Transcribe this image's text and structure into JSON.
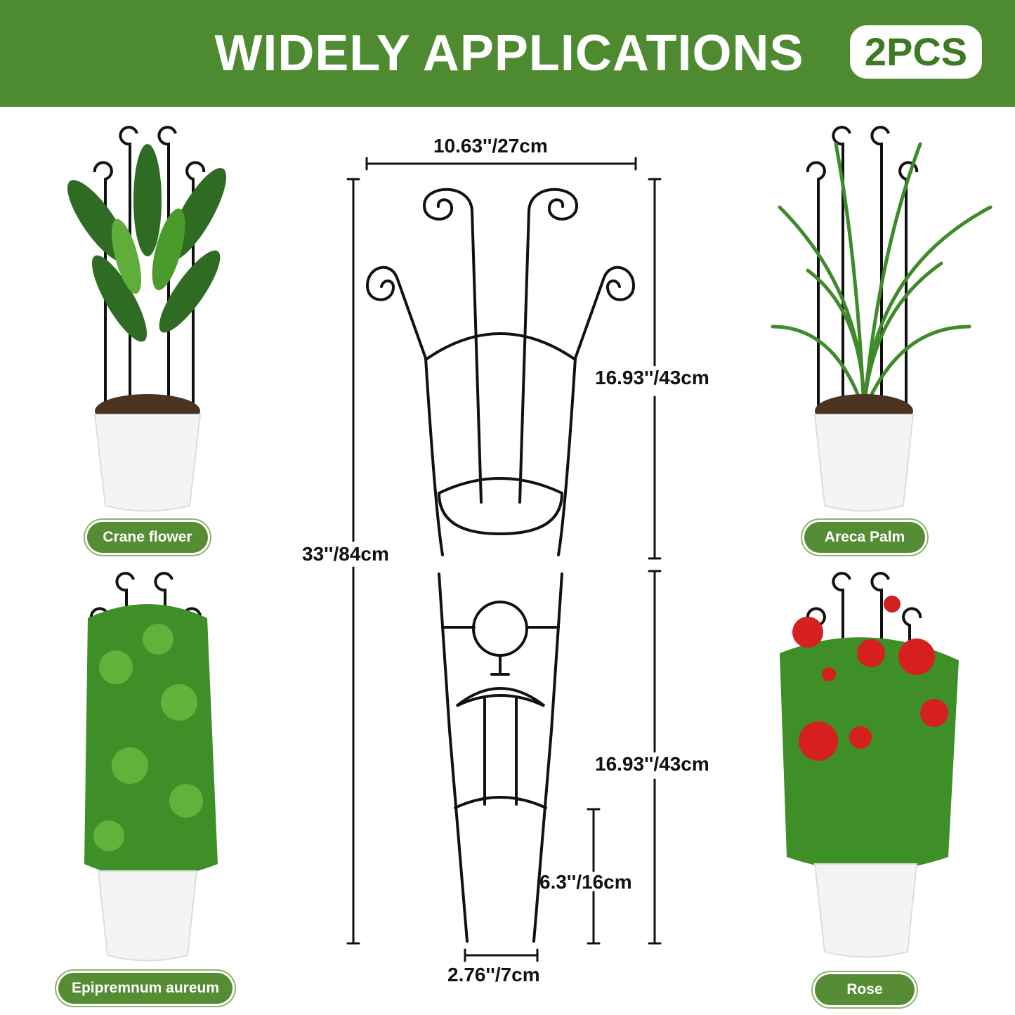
{
  "header": {
    "title": "WIDELY APPLICATIONS",
    "badge": "2PCS",
    "background_color": "#4e8a30"
  },
  "plants": [
    {
      "label": "Crane flower",
      "icon": "crane-flower-image"
    },
    {
      "label": "Areca Palm",
      "icon": "areca-palm-image"
    },
    {
      "label": "Epipremnum aureum",
      "icon": "epipremnum-aureum-image"
    },
    {
      "label": "Rose",
      "icon": "rose-image"
    }
  ],
  "dimensions": {
    "width_top": "10.63''/27cm",
    "total_height": "33''/84cm",
    "upper_height": "16.93''/43cm",
    "lower_height": "16.93''/43cm",
    "stake_height": "6.3''/16cm",
    "width_bottom": "2.76''/7cm"
  },
  "colors": {
    "label_green": "#568c34",
    "trellis_black": "#111111"
  }
}
